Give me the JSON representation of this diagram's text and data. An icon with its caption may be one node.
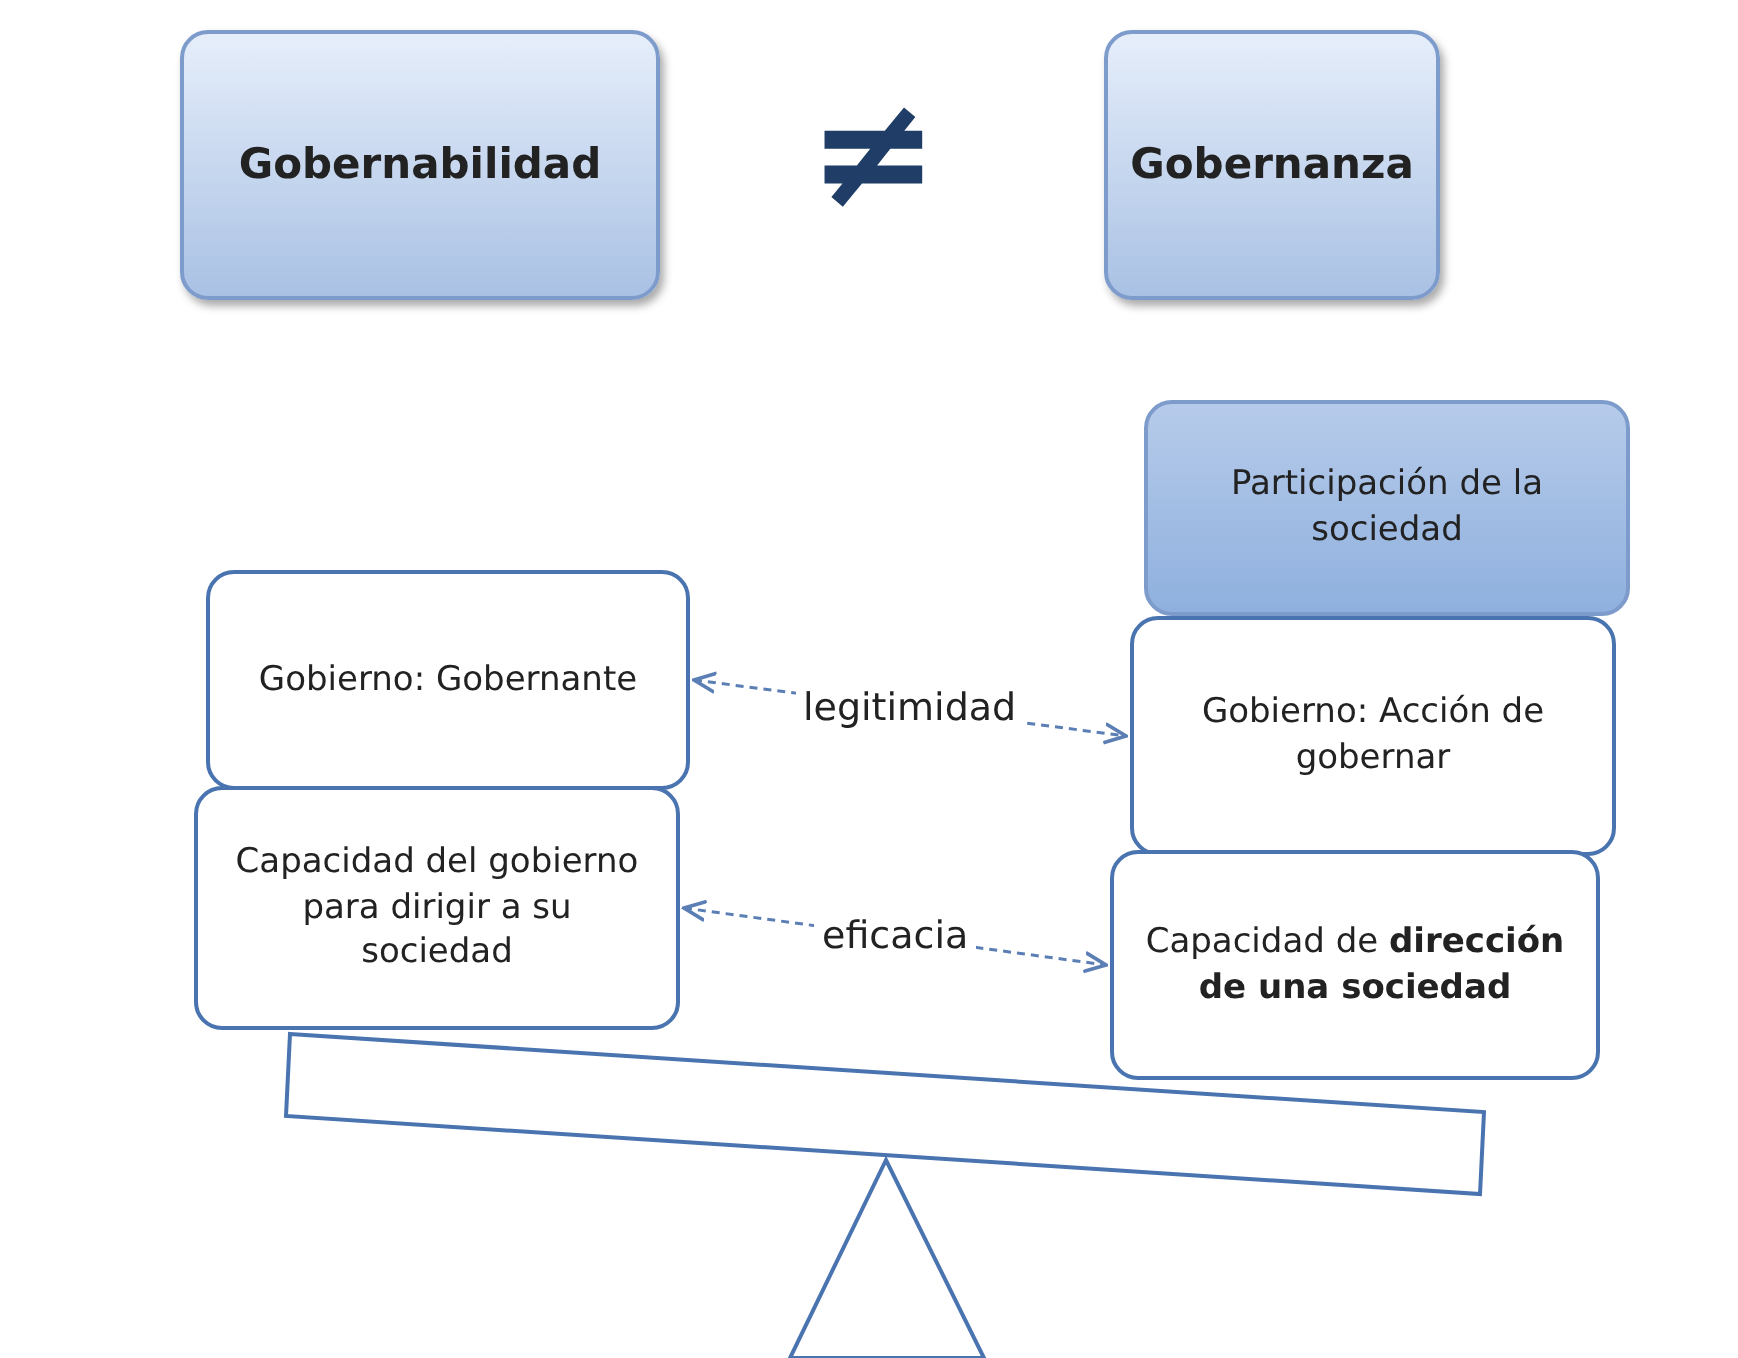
{
  "diagram": {
    "nodes": [
      {
        "text": [
          "Gobernabilidad"
        ]
      },
      {
        "text": [
          "Gobernanza"
        ]
      },
      {
        "text": [
          "Participación de la sociedad"
        ]
      },
      {
        "text": [
          "Gobierno: Gobernante"
        ]
      },
      {
        "text": [
          "Gobierno: Acción de gobernar"
        ]
      },
      {
        "text": [
          "Capacidad del gobierno para dirigir a su sociedad"
        ]
      },
      {
        "text": [
          "Capacidad de **dirección de una sociedad**"
        ]
      }
    ],
    "edges": [
      {
        "from": 3,
        "to": 4,
        "arrow": "both",
        "label": "legitimidad",
        "style": "dashed"
      },
      {
        "from": 5,
        "to": 6,
        "arrow": "both",
        "label": "eficacia",
        "style": "dashed"
      }
    ],
    "labels": [
      "≠"
    ]
  }
}
